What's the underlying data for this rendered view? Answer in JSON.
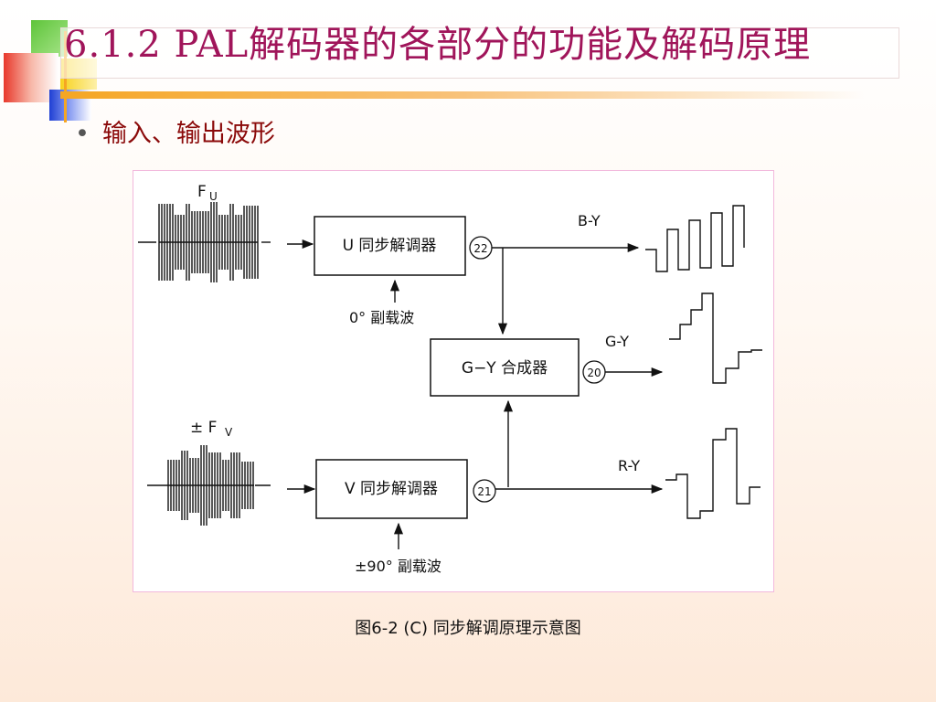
{
  "title": "6.1.2 PAL解码器的各部分的功能及解码原理",
  "bullet": "输入、输出波形",
  "diagram": {
    "u_input_label_main": "F",
    "u_input_label_sub": "U",
    "v_input_label_main": "± F",
    "v_input_label_sub": "V",
    "u_demod": "U 同步解调器",
    "v_demod": "V 同步解调器",
    "gy_block": "G−Y 合成器",
    "u_subcarrier": "0° 副载波",
    "v_subcarrier": "±90° 副载波",
    "pin_22": "22",
    "pin_21": "21",
    "pin_20": "20",
    "by_label": "B-Y",
    "gy_label": "G-Y",
    "ry_label": "R-Y"
  },
  "caption": "图6-2 (C) 同步解调原理示意图",
  "colors": {
    "title": "#a0155a",
    "bullet": "#8b0a0a",
    "accent_orange": "#f5a623",
    "figure_border": "#f2b8dc"
  }
}
